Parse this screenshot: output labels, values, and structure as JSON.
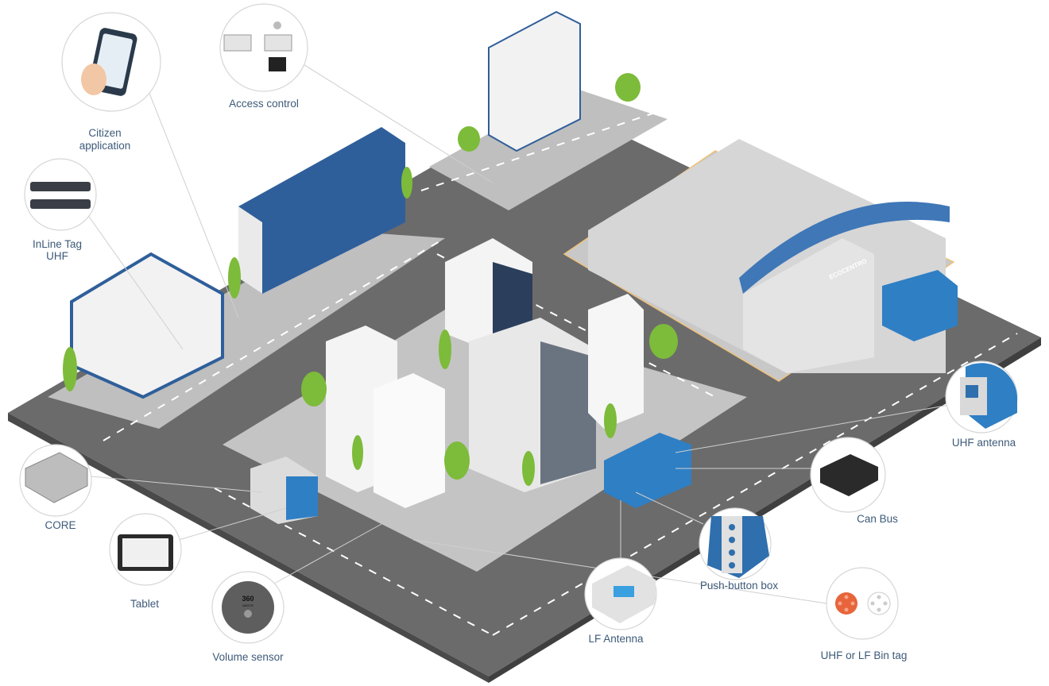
{
  "callouts": {
    "citizen_app": {
      "line1": "Citizen",
      "line2": "application"
    },
    "access_control": "Access control",
    "inline_tag": {
      "line1": "InLine Tag",
      "line2": "UHF"
    },
    "uhf_antenna": "UHF antenna",
    "can_bus": "Can Bus",
    "push_button": "Push-button box",
    "bin_tag": "UHF or LF Bin tag",
    "lf_antenna": "LF Antenna",
    "volume_sensor": "Volume sensor",
    "tablet": "Tablet",
    "core": "CORE"
  },
  "signs": {
    "ecocentro": "ECOCENTRO",
    "sensor_brand": "360",
    "sensor_brand_sub": "WASTE"
  },
  "colors": {
    "label": "#3d5a78",
    "accent_blue": "#2f6fae",
    "road": "#6b6b6b",
    "tag_orange": "#e8643a",
    "green": "#7dbb3a"
  }
}
